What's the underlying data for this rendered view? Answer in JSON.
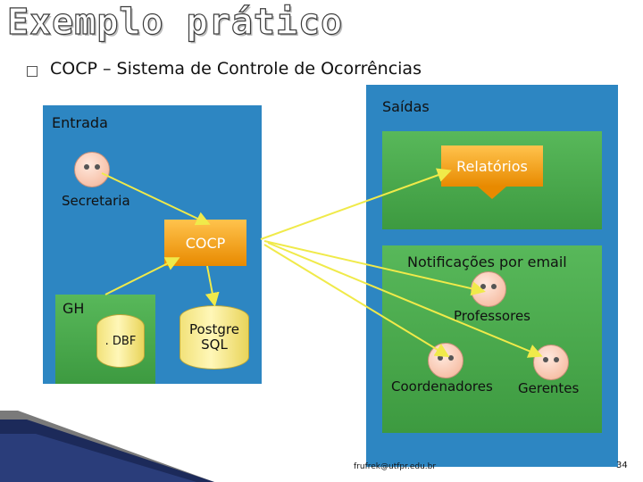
{
  "title": "Exemplo prático",
  "bullet": "COCP – Sistema de Controle de Ocorrências",
  "entrada": {
    "label": "Entrada",
    "secretaria": "Secretaria",
    "gh": "GH",
    "dbf": ". DBF"
  },
  "cocp": "COCP",
  "postgre": "Postgre SQL",
  "saidas": {
    "label": "Saídas",
    "relatorios": "Relatórios",
    "notificacoes": "Notificações por email",
    "professores": "Professores",
    "coordenadores": "Coordenadores",
    "gerentes": "Gerentes"
  },
  "footer": {
    "email": "frufrek@utfpr.edu.br",
    "page": "34"
  },
  "colors": {
    "panel_blue": "#2d86c2",
    "box_green": "#4aaa4d",
    "orange": "#f0a020",
    "arrow": "#f0ea4a"
  }
}
